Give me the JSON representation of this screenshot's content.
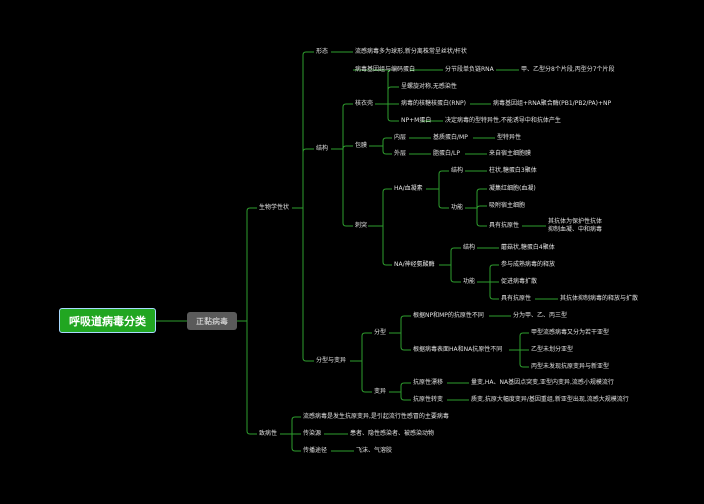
{
  "root": "呼吸道病毒分类",
  "subject": "正黏病毒",
  "biology": "生物学性状",
  "morph": "形态",
  "morph_desc": "流感病毒多为球形,新分离株常呈丝状/杆状",
  "struct": "结构",
  "core": "核衣壳",
  "genome": "病毒基因组与编码蛋白",
  "genome_desc": "分节段单负链RNA",
  "genome_types": "甲、乙型分8个片段,丙型分7个片段",
  "helix": "呈螺旋对称,无感染性",
  "rnp": "病毒的核糖核蛋白(RNP)",
  "rnp_desc": "病毒基因组+RNA聚合酶(PB1/PB2/PA)+NP",
  "np_m": "NP+M蛋白",
  "np_m_desc": "决定病毒的型特异性,不能诱导中和抗体产生",
  "envelope": "包膜",
  "inner": "内层",
  "inner_protein": "基质蛋白/MP",
  "inner_desc": "型特异性",
  "outer": "外层",
  "outer_protein": "脂蛋白/LP",
  "outer_desc": "来自宿主细胞膜",
  "spike": "刺突",
  "ha": "HA/血凝素",
  "ha_struct": "结构",
  "ha_struct_desc": "柱状,糖蛋白3聚体",
  "ha_func": "功能",
  "ha_f1": "凝集红细胞(血凝)",
  "ha_f2": "吸附宿主细胞",
  "ha_f3": "具有抗原性",
  "ha_f3_desc_1": "其抗体为保护性抗体",
  "ha_f3_desc_2": "抑制血凝、中和病毒",
  "na": "NA/神经氨酸酶",
  "na_struct": "结构",
  "na_struct_desc": "蘑菇状,糖蛋白4聚体",
  "na_func": "功能",
  "na_f1": "参与成熟病毒的释放",
  "na_f2": "促进病毒扩散",
  "na_f3": "具有抗原性",
  "na_f3_desc": "其抗体抑制病毒的释放与扩散",
  "classify_var": "分型与变异",
  "typing": "分型",
  "typing_np": "根据NP和MP的抗原性不同",
  "typing_np_desc": "分为甲、乙、丙三型",
  "typing_ha": "根据病毒表面HA和NA抗原性不同",
  "typing_h1": "甲型流感病毒又分为若干亚型",
  "typing_h2": "乙型未划分亚型",
  "typing_h3": "丙型未发现抗原变异与新亚型",
  "variation": "变异",
  "drift": "抗原性漂移",
  "drift_desc": "量变,HA、NA基因点突变,亚型内变异,流感小规模流行",
  "shift": "抗原性转变",
  "shift_desc": "质变,抗原大幅度变异/基因重组,新亚型出现,流感大规模流行",
  "pathogenic": "致病性",
  "path_desc": "流感病毒是发生抗原变异,是引起流行性感冒的主要病毒",
  "source": "传染源",
  "source_desc": "患者、隐性感染者、被感染动物",
  "route": "传播途径",
  "route_desc": "飞沫、气溶胶"
}
